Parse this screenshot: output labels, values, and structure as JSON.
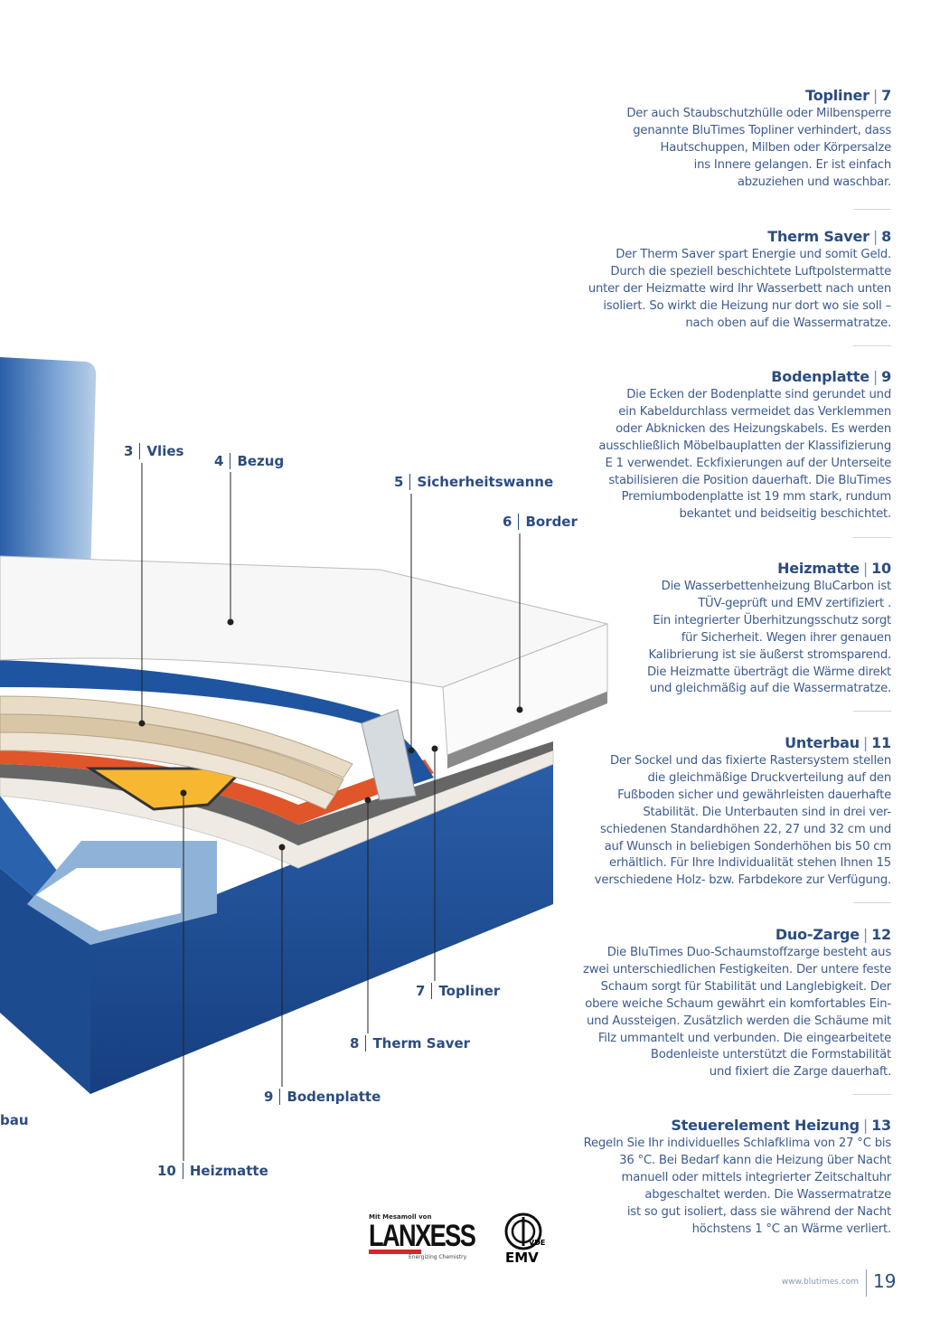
{
  "sections": [
    {
      "title": "Topliner",
      "number": "7",
      "text": "Der auch Staubschutzhülle oder Milbensperre\ngenannte BluTimes Topliner verhindert, dass\nHautschuppen, Milben oder Körpersalze\nins Innere gelangen. Er ist einfach\nabzuziehen und waschbar."
    },
    {
      "title": "Therm Saver",
      "number": "8",
      "text": "Der Therm Saver spart Energie und somit Geld.\nDurch die speziell beschichtete Luftpolstermatte\nunter der Heizmatte  wird Ihr Wasserbett nach unten\nisoliert. So wirkt die Heizung nur dort wo sie soll –\nnach oben auf die Wassermatratze."
    },
    {
      "title": "Bodenplatte",
      "number": "9",
      "text": "Die Ecken der Bodenplatte sind gerundet und\nein Kabeldurchlass vermeidet das Verklemmen\noder Abknicken des Heizungskabels. Es werden\nausschließlich Möbelbauplatten der Klassifizierung\nE 1 verwendet. Eckfixierungen auf der Unterseite\nstabilisieren die Position dauerhaft. Die BluTimes\nPremiumbodenplatte ist 19 mm stark, rundum\nbekantet und beidseitig beschichtet."
    },
    {
      "title": "Heizmatte",
      "number": "10",
      "text": "Die Wasserbettenheizung BluCarbon ist\nTÜV-geprüft und EMV zertifiziert .\nEin integrierter Überhitzungsschutz sorgt\nfür Sicherheit. Wegen ihrer genauen\nKalibrierung ist sie äußerst stromsparend.\nDie Heizmatte überträgt die Wärme direkt\nund gleichmäßig auf die Wassermatratze."
    },
    {
      "title": "Unterbau",
      "number": "11",
      "text": "Der Sockel und das fixierte Rastersystem stellen\ndie gleichmäßige Druckverteilung auf den\nFußboden sicher und gewährleisten dauerhafte\nStabilität. Die Unterbauten sind in drei ver-\nschiedenen Standardhöhen 22, 27 und 32 cm und\nauf Wunsch in beliebigen Sonderhöhen bis 50 cm\nerhältlich. Für Ihre Individualität stehen Ihnen 15\nverschiedene Holz- bzw. Farbdekore zur Verfügung."
    },
    {
      "title": "Duo-Zarge",
      "number": "12",
      "text": "Die BluTimes Duo-Schaumstoffzarge besteht aus\nzwei unterschiedlichen Festigkeiten. Der untere feste\nSchaum sorgt für Stabilität und Langlebigkeit. Der\nobere weiche Schaum gewährt ein komfortables Ein-\nund Aussteigen. Zusätzlich werden die Schäume mit\nFilz ummantelt und verbunden. Die eingearbeitete\nBodenleiste unterstützt die Formstabilität\nund fixiert die Zarge dauerhaft."
    },
    {
      "title": "Steuerelement Heizung",
      "number": "13",
      "text": "Regeln Sie Ihr individuelles Schlafklima von 27 °C bis\n36 °C. Bei Bedarf kann die Heizung über Nacht\nmanuell oder mittels integrierter Zeitschaltuhr\nabgeschaltet werden. Die Wassermatratze\nist so gut isoliert, dass sie während der Nacht\nhöchstens 1 °C an Wärme verliert."
    }
  ],
  "callouts": [
    {
      "number": "3",
      "label": "Vlies"
    },
    {
      "number": "4",
      "label": "Bezug"
    },
    {
      "number": "5",
      "label": "Sicherheitswanne"
    },
    {
      "number": "6",
      "label": "Border"
    },
    {
      "number": "7",
      "label": "Topliner"
    },
    {
      "number": "8",
      "label": "Therm Saver"
    },
    {
      "number": "9",
      "label": "Bodenplatte"
    },
    {
      "number": "10",
      "label": "Heizmatte"
    }
  ],
  "cut_label": "bau",
  "logos": {
    "lanxess_top": "Mit Mesamoll von",
    "lanxess": "LANXESS",
    "lanxess_sub": "Energizing Chemistry",
    "vde": "VDE",
    "emv": "EMV"
  },
  "footer": {
    "url": "www.blutimes.com",
    "page": "19"
  },
  "colors": {
    "text": "#3d5b8e",
    "heading": "#2b4c82",
    "frame": "#1f4f94",
    "heater": "#f7b731",
    "thermsaver": "#e0552a"
  }
}
